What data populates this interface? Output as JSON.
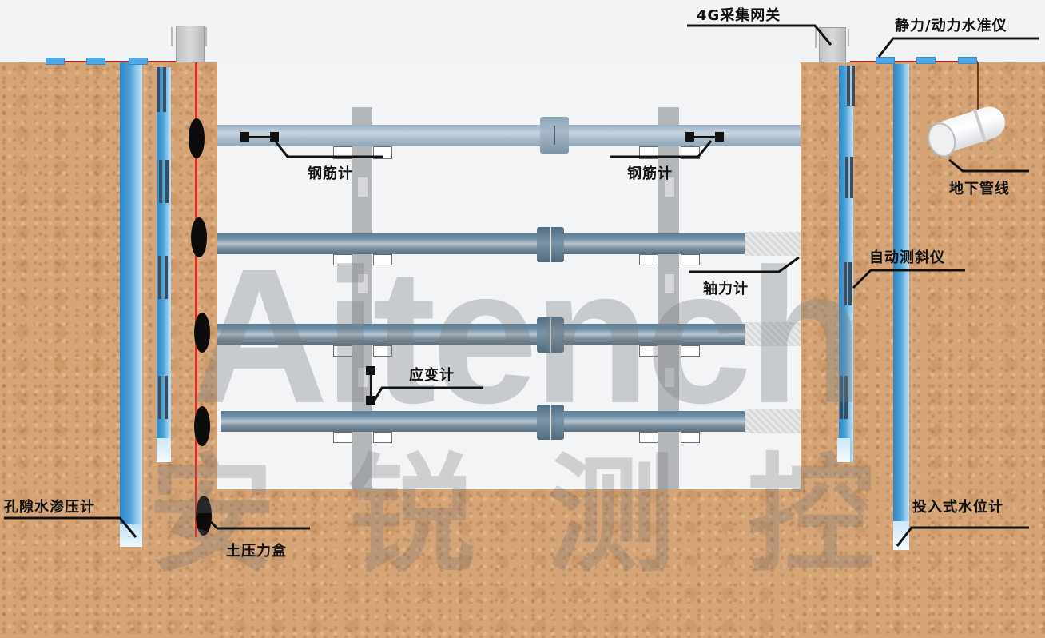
{
  "diagram": {
    "type": "foundation-pit-monitoring-schematic",
    "colors": {
      "soil": "#d6a577",
      "pit_background": "#f3f4f6",
      "cable_red": "#e02a1f",
      "pipe_blue": "#3a95d0",
      "strut_steel": "#6e8ea7",
      "label_text": "#111111"
    },
    "labels": {
      "gateway": "4G采集网关",
      "leveling": "静力/动力水准仪",
      "rebar_left": "钢筋计",
      "rebar_right": "钢筋计",
      "pipeline": "地下管线",
      "axial_force": "轴力计",
      "inclinometer": "自动测斜仪",
      "strain": "应变计",
      "piezometer": "孔隙水渗压计",
      "earth_pressure": "土压力盒",
      "water_level": "投入式水位计"
    },
    "watermark": {
      "latin": "Aitench",
      "chinese": "安锐测控"
    },
    "icons": {
      "gateway": "gateway-box-icon",
      "leveling_pad": "level-sensor-icon",
      "rebar_meter": "rebar-meter-icon",
      "strain_gauge": "strain-gauge-icon",
      "earth_pressure_cell": "pressure-cell-icon",
      "pipeline": "pipe-cylinder-icon"
    }
  }
}
